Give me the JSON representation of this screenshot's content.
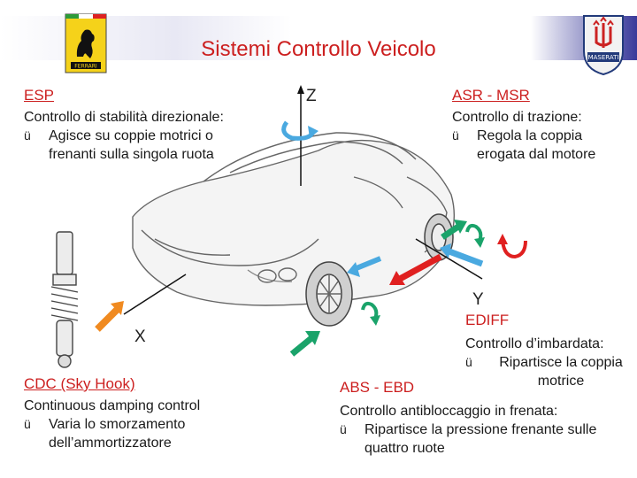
{
  "header": {
    "title": "Sistemi Controllo Veicolo",
    "left_logo": "ferrari-logo",
    "left_logo_text": "FERRARI",
    "right_logo": "maserati-logo",
    "right_logo_text": "MASERATI",
    "accent_color": "#cc1f1f"
  },
  "axes": {
    "z": "Z",
    "x": "X",
    "y": "Y"
  },
  "esp": {
    "heading": "ESP",
    "line1": "Controllo di stabilità direzionale:",
    "bullet": "Agisce su coppie motrici o frenanti sulla singola ruota"
  },
  "asr": {
    "heading": "ASR - MSR",
    "line1": "Controllo di trazione:",
    "bullet": "Regola la coppia erogata dal motore"
  },
  "ediff": {
    "heading": "EDIFF",
    "line1": "Controllo d’imbardata:",
    "bullet": "Ripartisce la coppia motrice"
  },
  "cdc": {
    "heading": "CDC (Sky Hook)",
    "line1": "Continuous damping control",
    "bullet": "Varia lo smorzamento dell’ammortizzatore"
  },
  "abs": {
    "heading": "ABS - EBD",
    "line1": "Controllo antibloccaggio in frenata:",
    "bullet": "Ripartisce la pressione frenante sulle quattro ruote"
  },
  "check_glyph": "ü",
  "colors": {
    "title_red": "#cc1f1f",
    "arrow_blue": "#4aa9e0",
    "arrow_green": "#1aa36a",
    "arrow_red": "#e02020",
    "arrow_orange": "#f08a20"
  }
}
